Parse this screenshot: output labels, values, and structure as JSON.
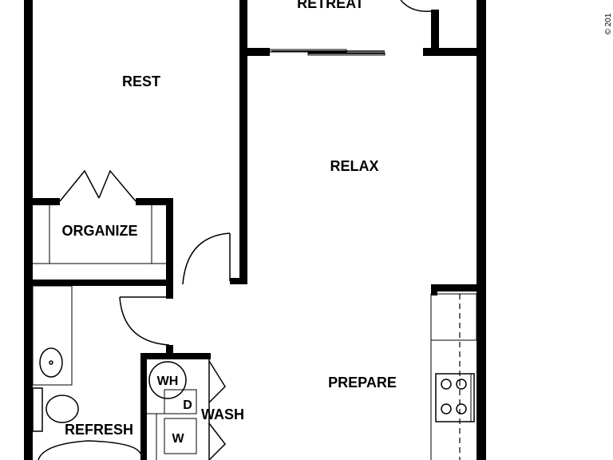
{
  "rooms": {
    "retreat": "RETREAT",
    "rest": "REST",
    "relax": "RELAX",
    "organize": "ORGANIZE",
    "prepare": "PREPARE",
    "wash": "WASH",
    "refresh": "REFRESH"
  },
  "appliances": {
    "water_heater": "WH",
    "dryer": "D",
    "washer": "W"
  },
  "copyright": "© 201"
}
